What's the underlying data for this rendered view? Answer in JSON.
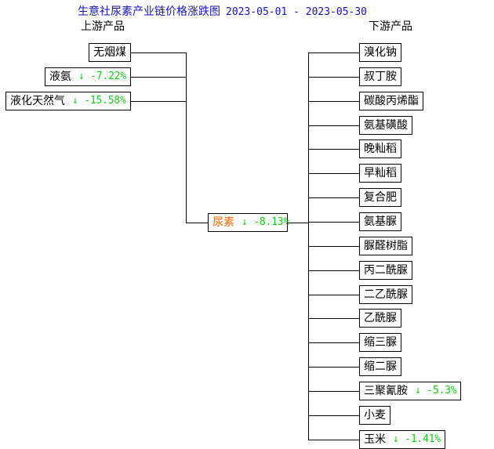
{
  "header": {
    "title_main": "生意社尿素产业链价格涨跌图",
    "date_range": "2023-05-01 - 2023-05-30",
    "title_color": "#1515aa",
    "left_column_label": "上游产品",
    "right_column_label": "下游产品"
  },
  "colors": {
    "down": "#17cc17",
    "center_node_text": "#ff6600",
    "line": "#000000",
    "node_text": "#000000"
  },
  "center": {
    "name": "尿素",
    "change": "↓ -8.13%",
    "direction": "down"
  },
  "upstream": [
    {
      "name": "无烟煤",
      "change": "",
      "direction": "none"
    },
    {
      "name": "液氨",
      "change": "↓ -7.22%",
      "direction": "down"
    },
    {
      "name": "液化天然气",
      "change": "↓ -15.58%",
      "direction": "down"
    }
  ],
  "downstream": [
    {
      "name": "溴化钠",
      "change": "",
      "direction": "none"
    },
    {
      "name": "叔丁胺",
      "change": "",
      "direction": "none"
    },
    {
      "name": "碳酸丙烯酯",
      "change": "",
      "direction": "none"
    },
    {
      "name": "氨基磺酸",
      "change": "",
      "direction": "none"
    },
    {
      "name": "晚籼稻",
      "change": "",
      "direction": "none"
    },
    {
      "name": "早籼稻",
      "change": "",
      "direction": "none"
    },
    {
      "name": "复合肥",
      "change": "",
      "direction": "none"
    },
    {
      "name": "氨基脲",
      "change": "",
      "direction": "none"
    },
    {
      "name": "脲醛树脂",
      "change": "",
      "direction": "none"
    },
    {
      "name": "丙二酰脲",
      "change": "",
      "direction": "none"
    },
    {
      "name": "二乙酰脲",
      "change": "",
      "direction": "none"
    },
    {
      "name": "乙酰脲",
      "change": "",
      "direction": "none"
    },
    {
      "name": "缩三脲",
      "change": "",
      "direction": "none"
    },
    {
      "name": "缩二脲",
      "change": "",
      "direction": "none"
    },
    {
      "name": "三聚氰胺",
      "change": "↓ -5.3%",
      "direction": "down"
    },
    {
      "name": "小麦",
      "change": "",
      "direction": "none"
    },
    {
      "name": "玉米",
      "change": "↓ -1.41%",
      "direction": "down"
    }
  ]
}
